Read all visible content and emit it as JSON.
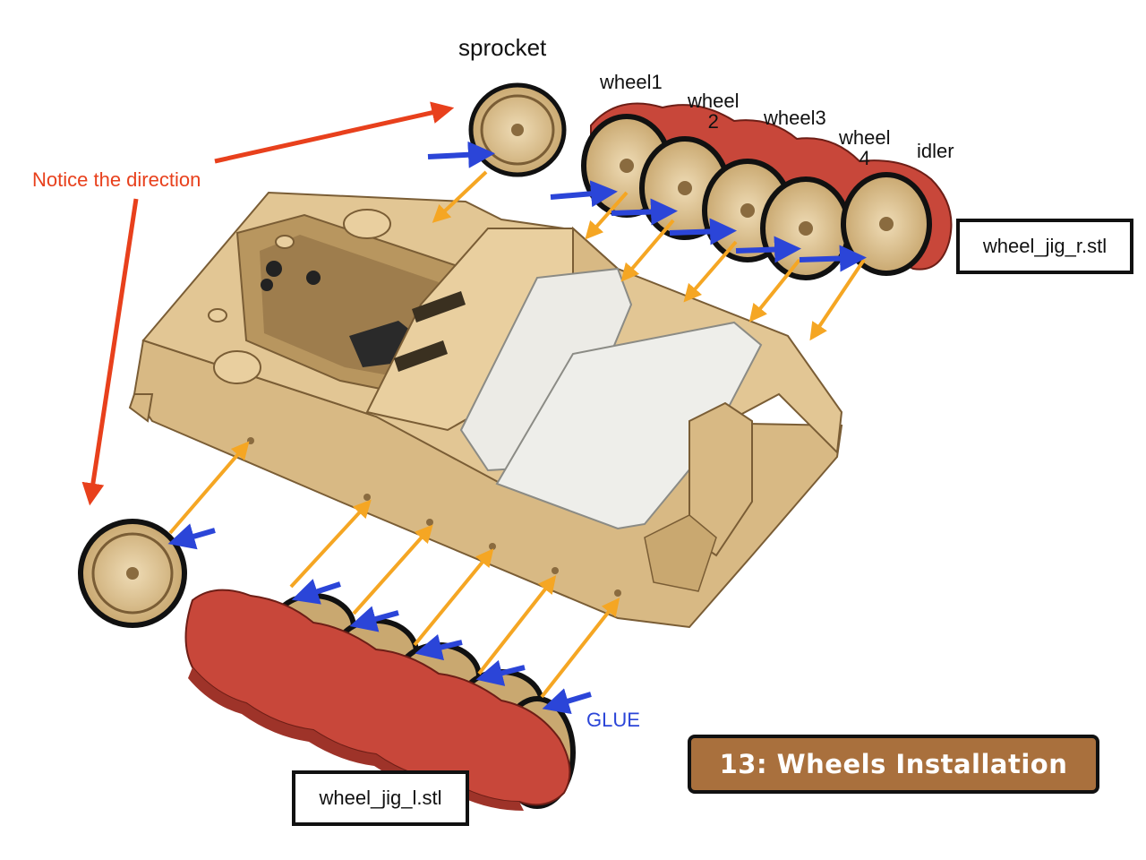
{
  "labels": {
    "sprocket": "sprocket",
    "wheel1": "wheel1",
    "wheel2_line1": "wheel",
    "wheel2_line2": "2",
    "wheel3": "wheel3",
    "wheel4_line1": "wheel",
    "wheel4_line2": "4",
    "idler": "idler",
    "notice": "Notice the direction",
    "glue": "GLUE"
  },
  "files": {
    "right_jig": "wheel_jig_r.stl",
    "left_jig": "wheel_jig_l.stl"
  },
  "step_title": "13: Wheels Installation",
  "colors": {
    "hull": "#e2c694",
    "hull_shadow": "#c9a870",
    "jig_red": "#c8473a",
    "seat": "#eeeeea",
    "arrow_red": "#e8401c",
    "arrow_orange": "#f5a623",
    "arrow_blue": "#2b45d8",
    "banner": "#a9703d"
  }
}
